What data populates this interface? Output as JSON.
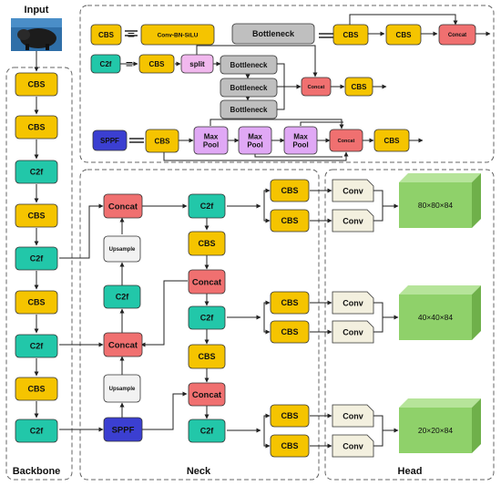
{
  "labels": {
    "input": "Input",
    "backbone": "Backbone",
    "neck": "Neck",
    "head": "Head",
    "cbs": "CBS",
    "c2f": "C2f",
    "concat": "Concat",
    "upsample": "Upsample",
    "sppf": "SPPF",
    "conv": "Conv",
    "bottleneck": "Bottleneck",
    "split": "split",
    "maxpool_line1": "Max",
    "maxpool_line2": "Pool",
    "equals": "=",
    "conv_bn_silu": "Conv-BN-SiLU"
  },
  "outputs": [
    "80×80×84",
    "40×40×84",
    "20×20×84"
  ],
  "colors": {
    "cbs": "#f5c400",
    "c2f": "#22c7a9",
    "concat": "#f07070",
    "upsample": "#f2f2f2",
    "sppf": "#3b3fd1",
    "conv": "#f3f0df",
    "bottleneck": "#bfbfbf",
    "maxpool": "#e0a8f5",
    "split": "#f1b8ee",
    "cube": "#8fd16a"
  }
}
